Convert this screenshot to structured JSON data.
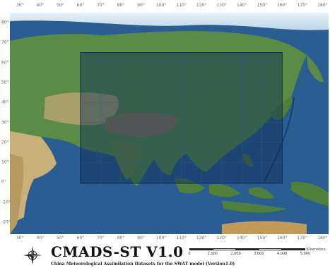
{
  "map": {
    "title": "CMADS-ST V1.0",
    "subtitle": "China Meteorological Assimilation Datasets for the SWAT model (Version1.0)",
    "lon_ticks": [
      "30°",
      "40°",
      "50°",
      "60°",
      "70°",
      "80°",
      "90°",
      "100°",
      "110°",
      "120°",
      "130°",
      "140°",
      "150°",
      "160°",
      "170°",
      "180°"
    ],
    "lat_ticks": [
      "80°",
      "70°",
      "60°",
      "50°",
      "40°",
      "30°",
      "20°",
      "10°",
      "0°",
      "-10°",
      "-20°"
    ],
    "scale_labels": [
      "0",
      "1,000",
      "2,000",
      "3,000",
      "4,000",
      "5,000"
    ],
    "scale_unit": "Kilometers",
    "lon_range": [
      25,
      183
    ],
    "lat_range": [
      -26,
      85
    ],
    "study_area_extent": {
      "lon": [
        60,
        160
      ],
      "lat": [
        -0.5,
        65
      ]
    },
    "colors": {
      "ocean": "#2a5d92",
      "land": "#5a8c45",
      "desert": "#c8b07a",
      "study_area": "#0a2a55",
      "frame_border": "#555555"
    },
    "icons": {
      "north_arrow": "compass-rose-icon"
    }
  }
}
